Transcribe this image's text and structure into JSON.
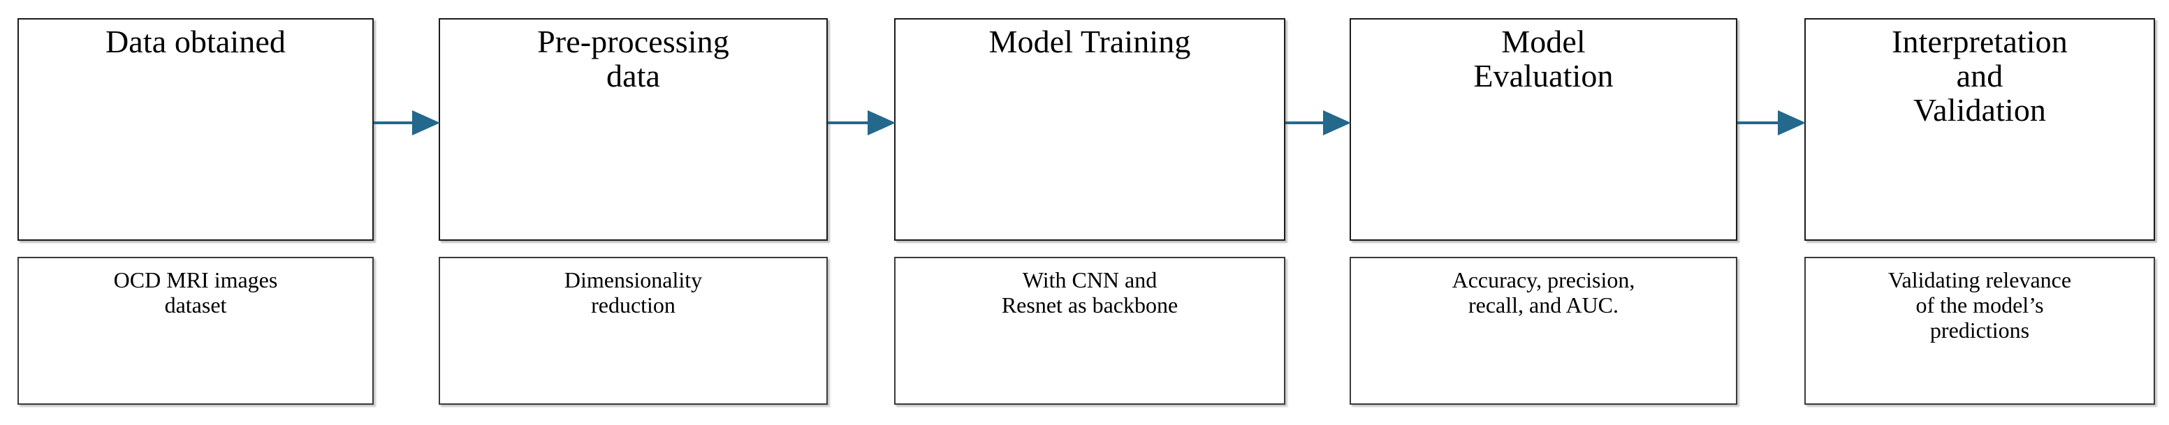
{
  "diagram": {
    "type": "horizontal-pipeline-flowchart",
    "stage_count": 5,
    "colors": {
      "arrow": "#24688C",
      "stage_border": "#1b1b1b",
      "caption_border": "#3a3a3a",
      "text": "#000000",
      "background": "#ffffff"
    },
    "stages": [
      {
        "title": "Data obtained",
        "caption": "OCD MRI images\ndataset"
      },
      {
        "title": "Pre-processing\ndata",
        "caption": "Dimensionality\nreduction"
      },
      {
        "title": "Model Training",
        "caption": "With CNN and\nResnet as backbone"
      },
      {
        "title": "Model\nEvaluation",
        "caption": "Accuracy, precision,\nrecall, and AUC."
      },
      {
        "title": "Interpretation\nand\nValidation",
        "caption": "Validating relevance\nof the model’s\npredictions"
      }
    ],
    "connectors": [
      {
        "from": "Data obtained",
        "to": "Pre-processing data",
        "icon": "right-arrow-icon"
      },
      {
        "from": "Pre-processing data",
        "to": "Model Training",
        "icon": "right-arrow-icon"
      },
      {
        "from": "Model Training",
        "to": "Model Evaluation",
        "icon": "right-arrow-icon"
      },
      {
        "from": "Model Evaluation",
        "to": "Interpretation and Validation",
        "icon": "right-arrow-icon"
      }
    ]
  }
}
